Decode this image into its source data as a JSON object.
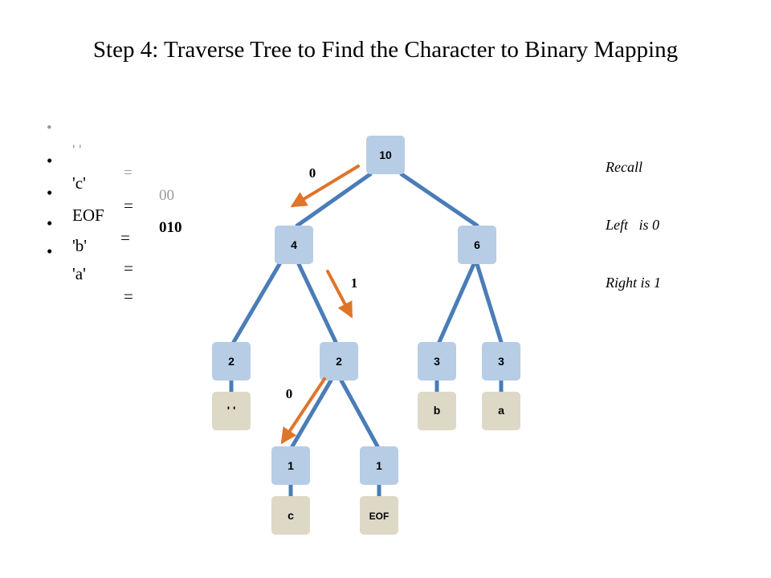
{
  "title": "Step 4: Traverse Tree to Find the Character to Binary Mapping",
  "mapping": [
    {
      "char": "' '",
      "eq": "=",
      "code": "00",
      "faded": true
    },
    {
      "char": "'c'",
      "eq": "=",
      "code": "010",
      "faded": false
    },
    {
      "char": "EOF",
      "eq": "=",
      "code": "",
      "faded": false
    },
    {
      "char": "'b'",
      "eq": "=",
      "code": "",
      "faded": false
    },
    {
      "char": "'a'",
      "eq": "=",
      "code": "",
      "faded": false
    }
  ],
  "recall": {
    "title": "Recall",
    "left": "Left   is 0",
    "right": "Right is 1"
  },
  "tree": {
    "nodes": [
      {
        "id": "root",
        "label": "10"
      },
      {
        "id": "n4",
        "label": "4"
      },
      {
        "id": "n6",
        "label": "6"
      },
      {
        "id": "n2a",
        "label": "2"
      },
      {
        "id": "n2b",
        "label": "2"
      },
      {
        "id": "n3a",
        "label": "3"
      },
      {
        "id": "n3b",
        "label": "3"
      },
      {
        "id": "n1a",
        "label": "1"
      },
      {
        "id": "n1b",
        "label": "1"
      }
    ],
    "leaves": [
      {
        "id": "leaf-space",
        "label": "' '"
      },
      {
        "id": "leaf-b",
        "label": "b"
      },
      {
        "id": "leaf-a",
        "label": "a"
      },
      {
        "id": "leaf-c",
        "label": "c"
      },
      {
        "id": "leaf-eof",
        "label": "EOF"
      }
    ],
    "arrow_labels": [
      "0",
      "1",
      "0"
    ]
  },
  "colors": {
    "node_fill": "#b7cde6",
    "leaf_fill": "#ddd9c6",
    "edge": "#4a7db7",
    "arrow": "#e07428"
  }
}
